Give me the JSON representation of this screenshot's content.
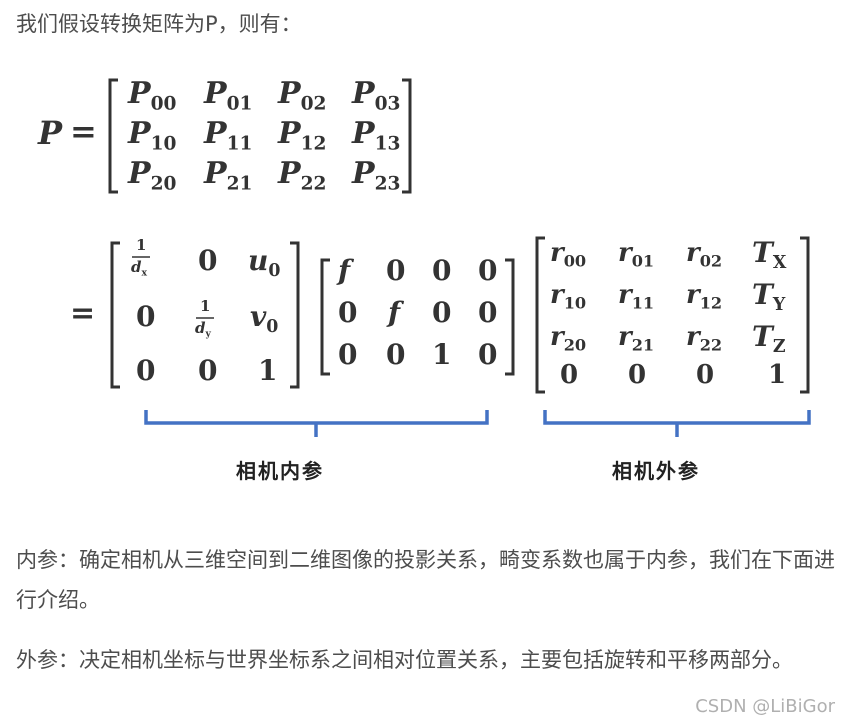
{
  "intro_text": "我们假设转换矩阵为P，则有：",
  "equation": {
    "lhs": "P",
    "equals": "=",
    "P_matrix": [
      [
        "P00",
        "P01",
        "P02",
        "P03"
      ],
      [
        "P10",
        "P11",
        "P12",
        "P13"
      ],
      [
        "P20",
        "P21",
        "P22",
        "P23"
      ]
    ],
    "intrinsic_matrix_1": [
      [
        "1/dx",
        "0",
        "u0"
      ],
      [
        "0",
        "1/dy",
        "v0"
      ],
      [
        "0",
        "0",
        "1"
      ]
    ],
    "intrinsic_matrix_2": [
      [
        "f",
        "0",
        "0",
        "0"
      ],
      [
        "0",
        "f",
        "0",
        "0"
      ],
      [
        "0",
        "0",
        "1",
        "0"
      ]
    ],
    "extrinsic_matrix": [
      [
        "r00",
        "r01",
        "r02",
        "TX"
      ],
      [
        "r10",
        "r11",
        "r12",
        "TY"
      ],
      [
        "r20",
        "r21",
        "r22",
        "TZ"
      ],
      [
        "0",
        "0",
        "0",
        "1"
      ]
    ]
  },
  "labels": {
    "intrinsic": "相机内参",
    "extrinsic": "相机外参"
  },
  "brace_color": "#4472c4",
  "paragraphs": [
    "内参：确定相机从三维空间到二维图像的投影关系，畸变系数也属于内参，我们在下面进行介绍。",
    "外参：决定相机坐标与世界坐标系之间相对位置关系，主要包括旋转和平移两部分。"
  ],
  "watermark": "CSDN @LiBiGor"
}
